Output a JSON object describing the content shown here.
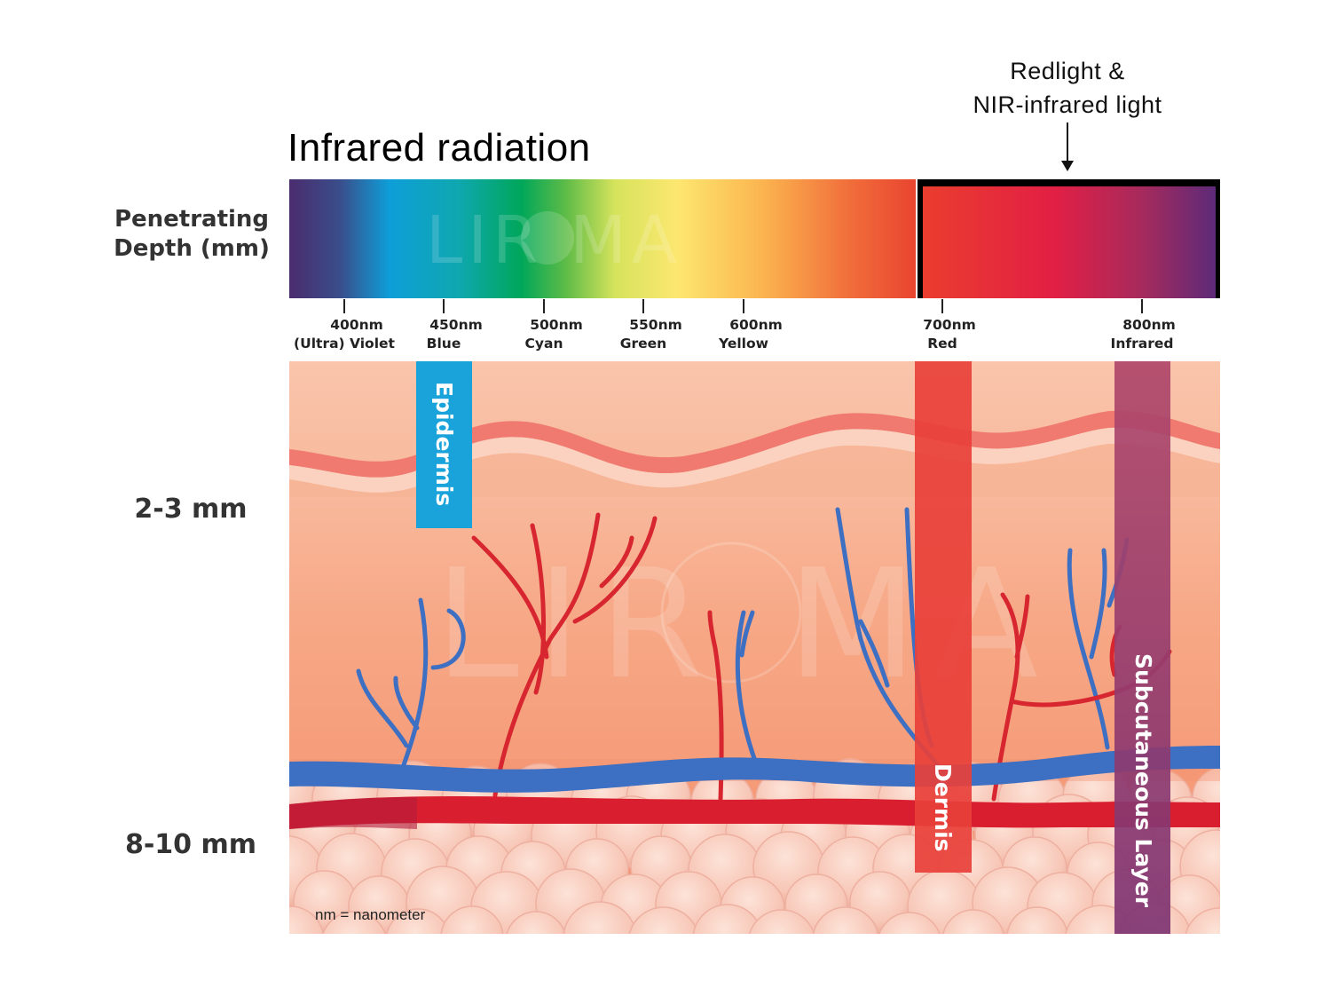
{
  "title": "Infrared radiation",
  "side_label": {
    "line1": "Penetrating",
    "line2": "Depth (mm)"
  },
  "callout": {
    "line1": "Redlight &",
    "line2": "NIR-infrared light"
  },
  "ticks": [
    {
      "nm": "400nm",
      "color": "(Ultra) Violet"
    },
    {
      "nm": "450nm",
      "color": "Blue"
    },
    {
      "nm": "500nm",
      "color": "Cyan"
    },
    {
      "nm": "550nm",
      "color": "Green"
    },
    {
      "nm": "600nm",
      "color": "Yellow"
    },
    {
      "nm": "700nm",
      "color": "Red"
    },
    {
      "nm": "800nm",
      "color": "Infrared"
    }
  ],
  "depths": [
    "2-3 mm",
    "8-10 mm"
  ],
  "bars": {
    "blue": {
      "label": "Epidermis",
      "color": "#1aa3da"
    },
    "red": {
      "label": "Dermis",
      "color": "#e8403a"
    },
    "infrared": {
      "label": "Subcutaneous Layer",
      "color": "#9a2f66"
    }
  },
  "footnote": "nm = nanometer",
  "watermark": "LIROMA",
  "colors": {
    "skin_top": "#f9c6ac",
    "skin_mid": "#f6a27e",
    "artery": "#d91f2f",
    "vein": "#3d6fc2",
    "fat": "#f6c4b4"
  }
}
